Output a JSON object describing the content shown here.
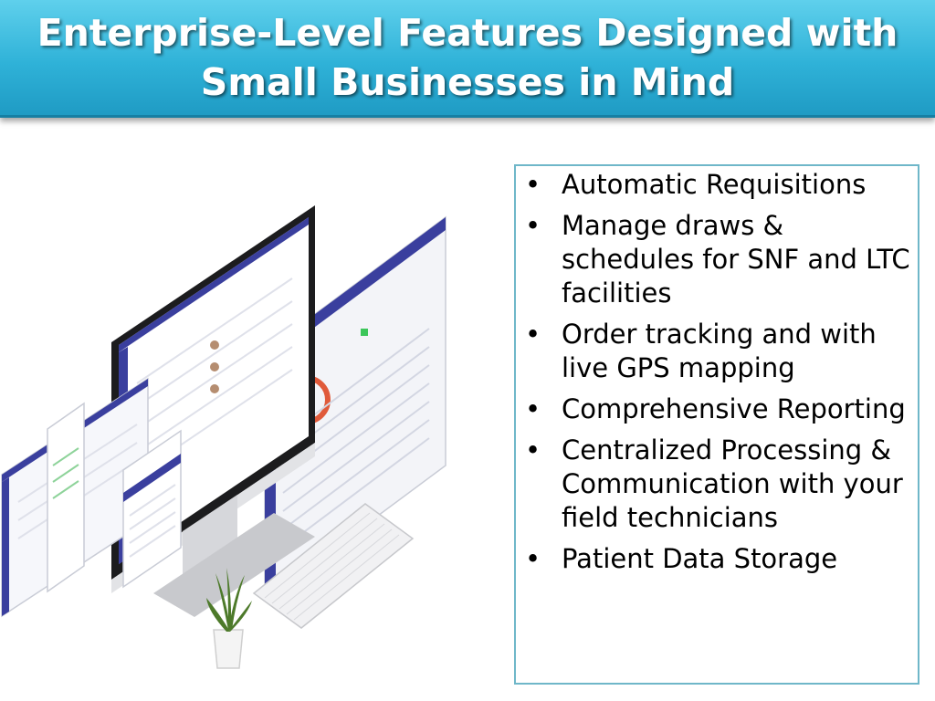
{
  "header": {
    "title_line1": "Enterprise-Level Features Designed with",
    "title_line2": "Small Businesses in Mind"
  },
  "features": [
    {
      "label": " Automatic Requisitions"
    },
    {
      "label": " Manage draws & schedules for SNF and LTC facilities"
    },
    {
      "label": " Order tracking and with live GPS mapping"
    },
    {
      "label": " Comprehensive Reporting"
    },
    {
      "label": " Centralized Processing & Communication with your field technicians"
    },
    {
      "label": " Patient Data Storage"
    }
  ],
  "bullet_char": "•",
  "colors": {
    "banner": "#2fb2d8",
    "panel_border": "#6fb7c9",
    "app_accent": "#3a3f9e"
  }
}
